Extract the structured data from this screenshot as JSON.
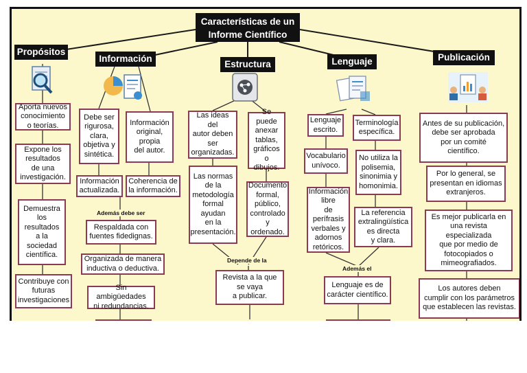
{
  "title": "Características de un\nInforme Científico",
  "headers": {
    "propositos": "Propósitos",
    "informacion": "Información",
    "estructura": "Estructura",
    "lenguaje": "Lenguaje",
    "publicacion": "Publicación"
  },
  "icons": {
    "propositos": "magnifier-document-icon",
    "informacion": "pie-chart-documents-icon",
    "estructura": "network-document-icon",
    "lenguaje": "documents-stack-icon",
    "publicacion": "team-charts-icon"
  },
  "propositos": [
    "Aporta nuevos\nconocimiento\no teorías.",
    "Expone los\nresultados\nde una\ninvestigación.",
    "Demuestra\nlos\nresultados\na la\nsociedad\ncientífica.",
    "Contribuye con\nfuturas\ninvestigaciones"
  ],
  "informacion": {
    "left_col": [
      "Debe ser\nrigurosa,\nclara,\nobjetiva y\nsintética.",
      "Información\nactualizada."
    ],
    "right_col": [
      "Información\noriginal,\npropia\ndel autor.",
      "Coherencia de\nla información."
    ],
    "connector": "Además debe ser",
    "sub": [
      "Respaldada con\nfuentes fidedignas.",
      "Organizada de manera\ninductiva o deductiva.",
      "Sin ambigüedades\nni redundancias."
    ]
  },
  "estructura": {
    "left_col": [
      "Las ideas del\nautor deben\nser\norganizadas.",
      "Las normas\nde la\nmetodología\nformal\nayudan\nen la\npresentación."
    ],
    "right_col": [
      "Se puede\nanexar\ntablas,\ngráficos\no dibujos.",
      "Documento\nformal,\npúblico,\ncontrolado\ny ordenado."
    ],
    "connector": "Depende de la",
    "sub": "Revista a la que\nse vaya\na publicar."
  },
  "lenguaje": {
    "left_col": [
      "Lenguaje\nescrito.",
      "Vocabulario\nunívoco.",
      "Información\nlibre\nde perífrasis\nverbales y\nadornos\nretóricos."
    ],
    "right_col": [
      "Terminología\nespecífica.",
      "No utiliza la\npolisemia,\nsinonimia y\nhomonimia.",
      "La referencia\nextralingüística\nes directa\ny clara."
    ],
    "connector": "Además el",
    "sub": "Lenguaje es de\ncarácter científico."
  },
  "publicacion": [
    "Antes de su publicación,\ndebe ser aprobada\npor un comité\ncientífico.",
    "Por lo general, se\npresentan en idiomas\nextranjeros.",
    "Es mejor publicarla en\nuna revista especializada\nque por medio de\nfotocopiados o\nmimeografiados.",
    "Los autores deben\ncumplir con los parámetros\nque establecen las revistas."
  ],
  "colors": {
    "background": "#fdf8cc",
    "node_border": "#8a3a52",
    "header_bg": "#111111"
  }
}
